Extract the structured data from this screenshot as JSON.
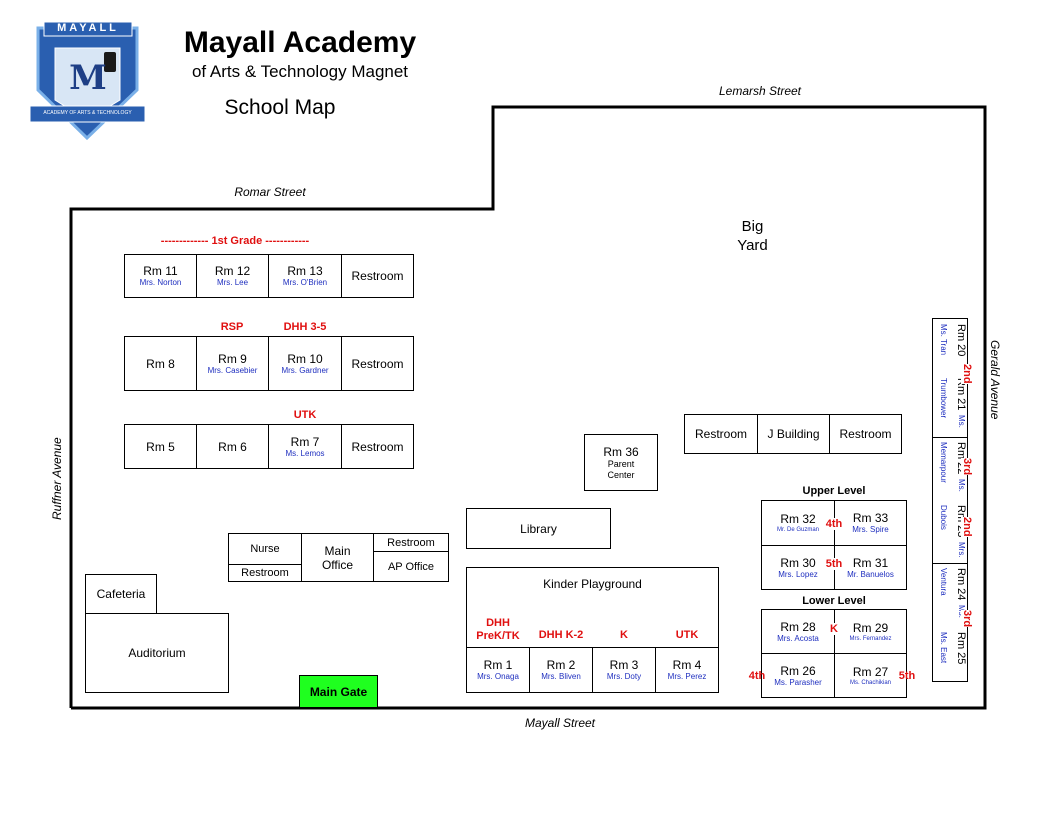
{
  "header": {
    "school_name": "Mayall Academy",
    "subtitle": "of Arts & Technology Magnet",
    "map_title": "School Map",
    "logo_top": "MAYALL",
    "logo_letter": "M",
    "logo_banner": "ACADEMY OF ARTS & TECHNOLOGY"
  },
  "streets": {
    "north_east": "Lemarsh Street",
    "north_west": "Romar Street",
    "west": "Ruffner Avenue",
    "east": "Gerald Avenue",
    "south": "Mayall Street"
  },
  "areas": {
    "big_yard": "Big\nYard",
    "j_building": "J Building",
    "restroom": "Restroom",
    "library": "Library",
    "kinder_playground": "Kinder Playground",
    "cafeteria": "Cafeteria",
    "auditorium": "Auditorium",
    "main_gate": "Main Gate",
    "nurse": "Nurse",
    "main_office": "Main\nOffice",
    "ap_office": "AP Office",
    "upper_level": "Upper Level",
    "lower_level": "Lower Level"
  },
  "labels": {
    "first_grade": "------------- 1st Grade ------------",
    "rsp": "RSP",
    "dhh_3_5": "DHH 3-5",
    "utk": "UTK",
    "dhh_prek": "DHH\nPreK/TK",
    "dhh_k2": "DHH K-2",
    "k": "K",
    "utk2": "UTK",
    "g4a": "4th",
    "g5a": "5th",
    "kb": "K",
    "g4b": "4th",
    "g5b": "5th",
    "g2a": "2nd",
    "g3a": "3rd",
    "g2b": "2nd",
    "g3b": "3rd"
  },
  "rooms": {
    "rm11": {
      "name": "Rm 11",
      "teacher": "Mrs. Norton"
    },
    "rm12": {
      "name": "Rm 12",
      "teacher": "Mrs. Lee"
    },
    "rm13": {
      "name": "Rm 13",
      "teacher": "Mrs. O'Brien"
    },
    "rm8": {
      "name": "Rm 8",
      "teacher": ""
    },
    "rm9": {
      "name": "Rm 9",
      "teacher": "Mrs. Casebier"
    },
    "rm10": {
      "name": "Rm 10",
      "teacher": "Mrs. Gardner"
    },
    "rm5": {
      "name": "Rm 5",
      "teacher": ""
    },
    "rm6": {
      "name": "Rm 6",
      "teacher": ""
    },
    "rm7": {
      "name": "Rm 7",
      "teacher": "Ms. Lemos"
    },
    "rm36": {
      "name": "Rm 36",
      "teacher": "Parent\nCenter"
    },
    "rm1": {
      "name": "Rm 1",
      "teacher": "Mrs. Onaga"
    },
    "rm2": {
      "name": "Rm 2",
      "teacher": "Mrs. Bliven"
    },
    "rm3": {
      "name": "Rm 3",
      "teacher": "Mrs. Doty"
    },
    "rm4": {
      "name": "Rm 4",
      "teacher": "Mrs. Perez"
    },
    "rm32": {
      "name": "Rm 32",
      "teacher": "Mr. De Guzman"
    },
    "rm33": {
      "name": "Rm 33",
      "teacher": "Mrs. Spire"
    },
    "rm30": {
      "name": "Rm 30",
      "teacher": "Mrs. Lopez"
    },
    "rm31": {
      "name": "Rm 31",
      "teacher": "Mr. Banuelos"
    },
    "rm28": {
      "name": "Rm 28",
      "teacher": "Mrs. Acosta"
    },
    "rm29": {
      "name": "Rm 29",
      "teacher": "Mrs. Fernandez"
    },
    "rm26": {
      "name": "Rm 26",
      "teacher": "Ms. Parasher"
    },
    "rm27": {
      "name": "Rm 27",
      "teacher": "Ms. Chachikian"
    },
    "rm20": {
      "name": "Rm 20",
      "teacher": "Ms. Tran"
    },
    "rm21": {
      "name": "Rm 21",
      "teacher": "Ms. Trumbower"
    },
    "rm22": {
      "name": "Rm 22",
      "teacher": "Ms. Memarpour"
    },
    "rm23": {
      "name": "Rm 23",
      "teacher": "Mrs. Dubois"
    },
    "rm24": {
      "name": "Rm 24",
      "teacher": "Ms. Ventura"
    },
    "rm25": {
      "name": "Rm 25",
      "teacher": "Ms. East"
    }
  },
  "colors": {
    "teacher_text": "#1f2fbf",
    "grade_label": "#e01010",
    "main_gate": "#1fff1f",
    "logo_blue": "#2a5fb0"
  }
}
